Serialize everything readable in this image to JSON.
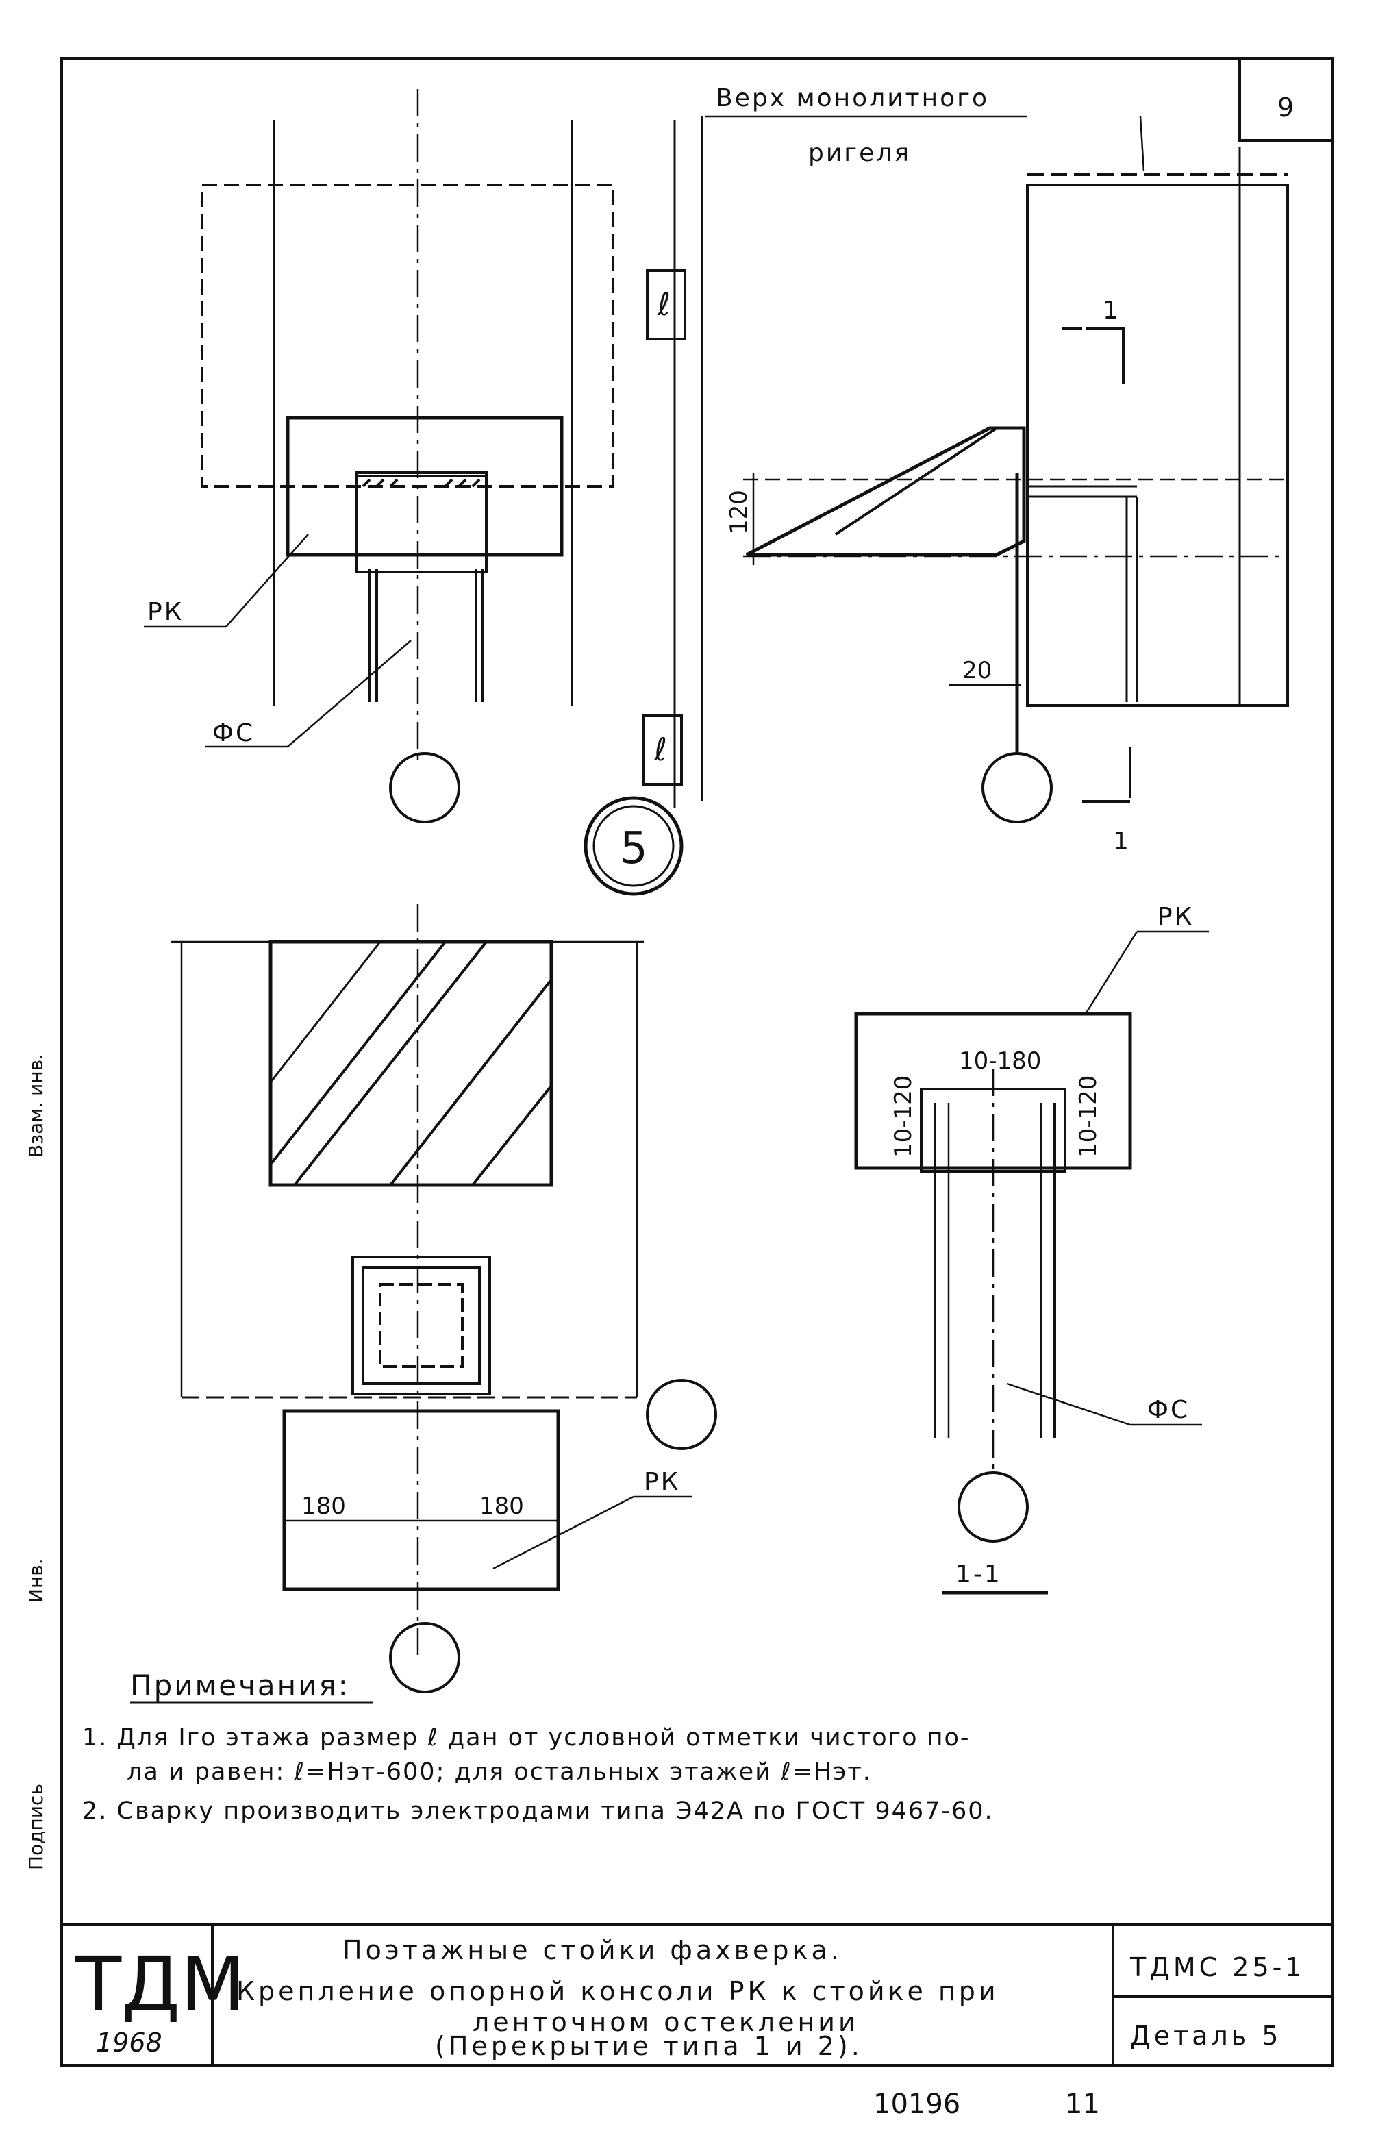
{
  "sheet_number": "9",
  "callouts": {
    "monolith_top_line1": "Верх монолитного",
    "monolith_top_line2": "ригеля"
  },
  "labels": {
    "rk": "РК",
    "fs": "ФС",
    "l": "ℓ",
    "detail": "5",
    "section_mark": "1",
    "section_title": "1-1"
  },
  "dimensions": {
    "console_height": "120",
    "gap": "20",
    "weld_top": "10-180",
    "weld_side": "10-120",
    "half_width": "180"
  },
  "notes": {
    "heading": "Примечания:",
    "items": [
      "1. Для Iго этажа размер ℓ дан от условной отметки чистого по-",
      "ла и равен: ℓ=Нэт-600; для остальных этажей ℓ=Нэт.",
      "2. Сварку производить электродами типа Э42А по ГОСТ 9467-60."
    ]
  },
  "title_block": {
    "logo": "ТДМ",
    "year": "1968",
    "title_line1": "Поэтажные стойки фахверка.",
    "title_line2": "Крепление опорной консоли РК к стойке при",
    "title_line3": "ленточном остеклении",
    "title_line4": "(Перекрытие типа 1 и 2).",
    "code": "ТДМС 25-1",
    "detail": "Деталь 5"
  },
  "margin_stamps": [
    "Взам. инв.",
    "Инв.",
    "Подпись"
  ],
  "footer": {
    "number": "10196",
    "page": "11"
  }
}
